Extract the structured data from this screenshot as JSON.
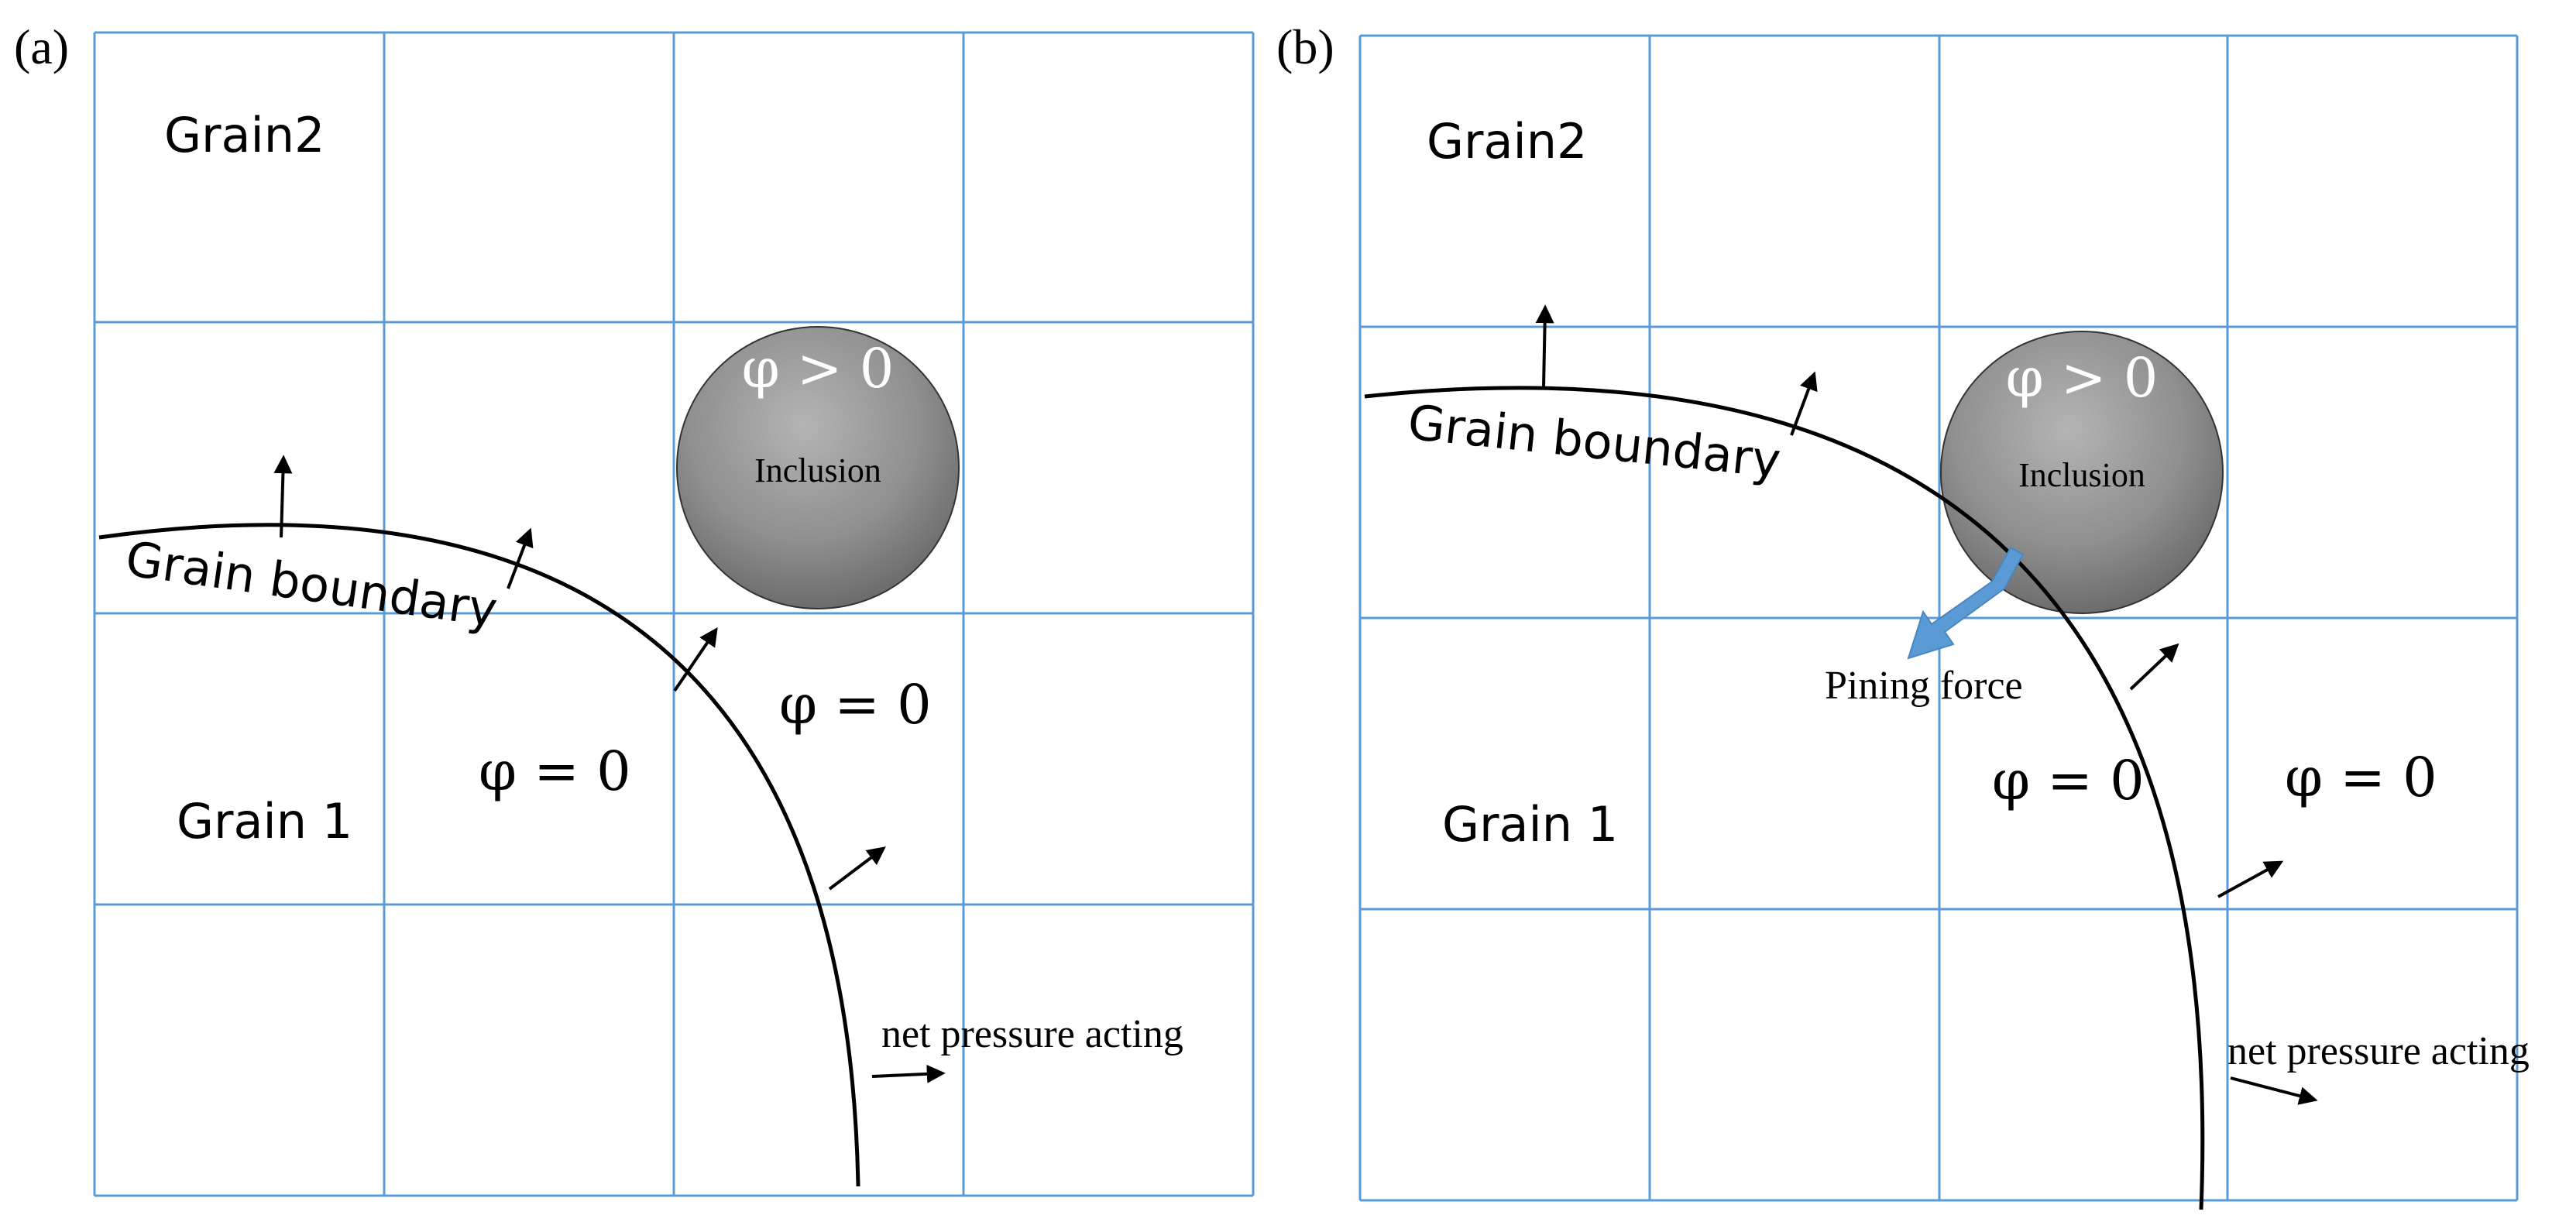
{
  "panels": [
    {
      "panel_label": "(a)",
      "grain_top": "Grain2",
      "grain_bottom": "Grain 1",
      "boundary_label": "Grain boundary",
      "inclusion_label": "Inclusion",
      "inclusion_phi": "φ > 0",
      "phi_zero_left": "φ = 0",
      "phi_zero_right": "φ = 0",
      "pressure_label": "net pressure acting"
    },
    {
      "panel_label": "(b)",
      "grain_top": "Grain2",
      "grain_bottom": "Grain 1",
      "boundary_label": "Grain boundary",
      "inclusion_label": "Inclusion",
      "inclusion_phi": "φ > 0",
      "phi_zero_left": "φ = 0",
      "phi_zero_right": "φ = 0",
      "pressure_label": "net pressure acting",
      "pinning_label": "Pining force"
    }
  ],
  "colors": {
    "grid": "#5b9bd5",
    "boundary": "#000000",
    "pinning_arrow": "#5b9bd5",
    "inclusion_light": "#a8a8a8",
    "inclusion_dark": "#6a6a6a"
  }
}
